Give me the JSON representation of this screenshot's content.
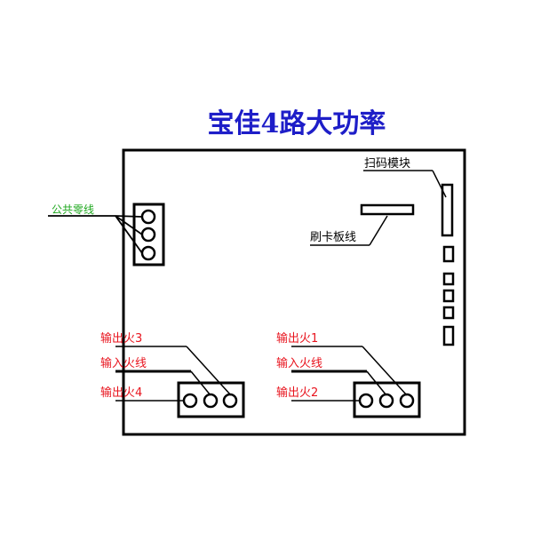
{
  "title": "宝佳4路大功率",
  "labels": {
    "neutral": "公共零线",
    "scanner": "扫码模块",
    "card_cable": "刷卡板线",
    "out3": "输出火3",
    "in_left": "输入火线",
    "out4": "输出火4",
    "out1": "输出火1",
    "in_right": "输入火线",
    "out2": "输出火2"
  },
  "colors": {
    "title": "#1e1ec8",
    "red_label": "#e8141e",
    "green_label": "#1fa81f",
    "stroke": "#000000"
  }
}
